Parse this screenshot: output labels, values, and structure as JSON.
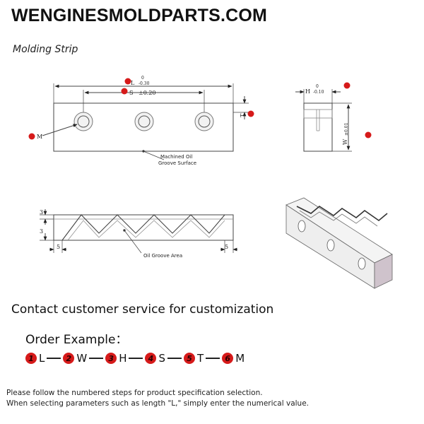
{
  "header": {
    "brand": "WENGINESMOLDPARTS.COM",
    "subtitle": "Molding Strip"
  },
  "drawing": {
    "L_label": "L",
    "L_tol_upper": "0",
    "L_tol_lower": "-0.30",
    "S_label": "S",
    "S_tol": "±0.20",
    "T_label": "T",
    "M_label": "M",
    "H_label": "H",
    "H_tol_upper": "0",
    "H_tol_lower": "-0.10",
    "W_label": "W",
    "W_tol": "±0.01",
    "machined_surface_line1": "Machined Oil",
    "machined_surface_line2": "Groove Surface",
    "oil_groove_area": "Oil Groove Area",
    "dim_3_top": "3",
    "dim_3_bottom": "3",
    "dim_5_left": "5",
    "dim_5_right": "5"
  },
  "contact": "Contact customer service for customization",
  "order": {
    "title": "Order Example：",
    "steps": [
      {
        "num": "1",
        "letter": "L"
      },
      {
        "num": "2",
        "letter": "W"
      },
      {
        "num": "3",
        "letter": "H"
      },
      {
        "num": "4",
        "letter": "S"
      },
      {
        "num": "5",
        "letter": "T"
      },
      {
        "num": "6",
        "letter": "M"
      }
    ]
  },
  "notes": {
    "line1": "Please follow the numbered steps for product specification selection.",
    "line2": "When selecting parameters such as length \"L,\" simply enter the numerical value."
  },
  "colors": {
    "badge": "#d61a1a",
    "block_face": "#eeeeee",
    "block_side": "#cfc3cc"
  }
}
